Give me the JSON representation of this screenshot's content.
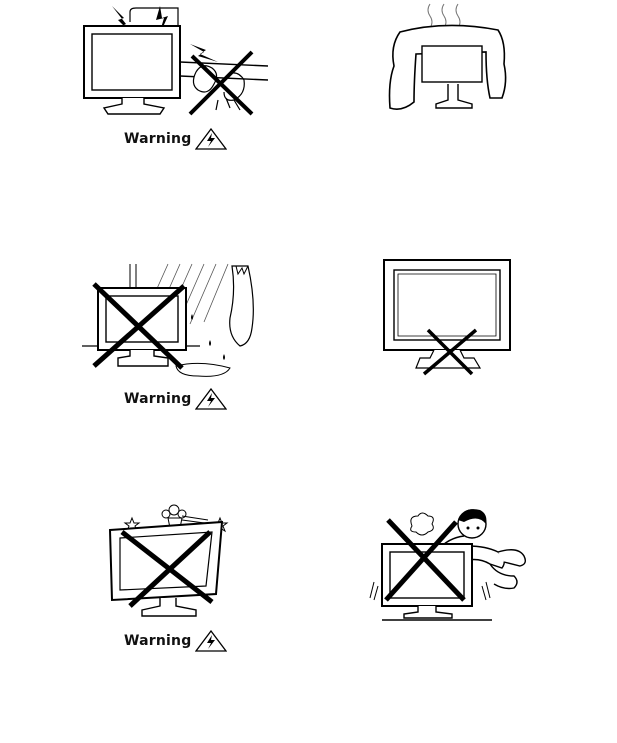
{
  "warnings": [
    {
      "label": "Warning",
      "icon": "high-voltage-warning-icon"
    },
    {
      "label": "Warning",
      "icon": "high-voltage-warning-icon"
    },
    {
      "label": "Warning",
      "icon": "high-voltage-warning-icon"
    }
  ]
}
